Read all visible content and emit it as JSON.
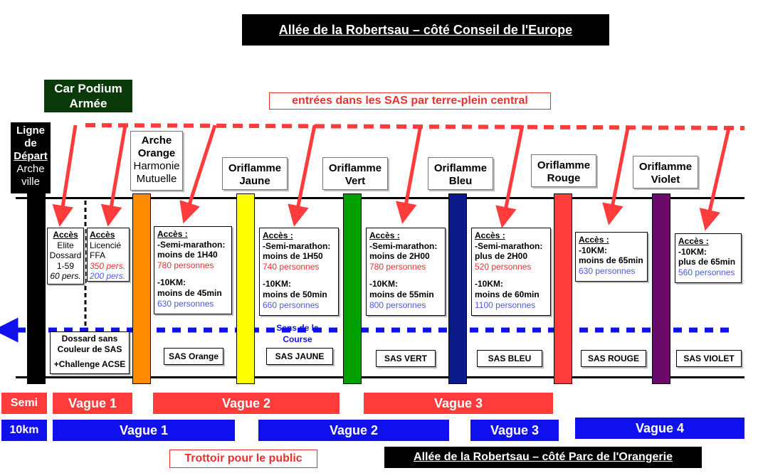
{
  "top_title": "Allée de la Robertsau – côté Conseil de l'Europe",
  "bottom_title": "Allée de la Robertsau – côté Parc de l'Orangerie",
  "car_podium": [
    "Car Podium",
    "Armée"
  ],
  "entries_label": "entrées dans les SAS par terre-plein central",
  "sidewalk_label": "Trottoir pour le public",
  "direction_label": [
    "Sens de la",
    "Course"
  ],
  "start_line": [
    "Ligne",
    "de",
    "Départ",
    "Arche",
    "ville"
  ],
  "arche_orange": [
    "Arche",
    "Orange",
    "Harmonie",
    "Mutuelle"
  ],
  "oriflammes": [
    [
      "Oriflamme",
      "Jaune"
    ],
    [
      "Oriflamme",
      "Vert"
    ],
    [
      "Oriflamme",
      "Bleu"
    ],
    [
      "Oriflamme",
      "Rouge"
    ],
    [
      "Oriflamme",
      "Violet"
    ]
  ],
  "elite": {
    "head": "Accès",
    "l1": "Elite",
    "l2": "Dossard",
    "l3": "1-59",
    "count": "60 pers."
  },
  "licencie": {
    "head": "Accès",
    "l1": "Licencié",
    "l2": "FFA",
    "red": "350 pers.",
    "blue": "200 pers."
  },
  "sas_info": [
    {
      "head": "Accès :",
      "semi": "-Semi-marathon:",
      "semi_cond": "moins de 1H40",
      "semi_count": "780 personnes",
      "km": "-10KM:",
      "km_cond": "moins de 45min",
      "km_count": "630 personnes"
    },
    {
      "head": "Accès :",
      "semi": "-Semi-marathon:",
      "semi_cond": "moins de 1H50",
      "semi_count": "740 personnes",
      "km": "-10KM:",
      "km_cond": "moins de 50min",
      "km_count": "660 personnes"
    },
    {
      "head": "Accès :",
      "semi": "-Semi-marathon:",
      "semi_cond": "moins de 2H00",
      "semi_count": "780 personnes",
      "km": "-10KM:",
      "km_cond": "moins de 55min",
      "km_count": "800 personnes"
    },
    {
      "head": "Accès :",
      "semi": "-Semi-marathon:",
      "semi_cond": "plus de 2H00",
      "semi_count": "520 personnes",
      "km": "-10KM:",
      "km_cond": "moins de 60min",
      "km_count": "1100 personnes"
    }
  ],
  "sas_10km": [
    {
      "head": "Accès :",
      "km": "-10KM:",
      "km_cond": "moins de 65min",
      "km_count": "630 personnes"
    },
    {
      "head": "Accès :",
      "km": "-10KM:",
      "km_cond": "plus de 65min",
      "km_count": "560 personnes"
    }
  ],
  "dossard_box": [
    "Dossard sans",
    "Couleur de SAS",
    "+Challenge ACSE"
  ],
  "sas_labels": [
    "SAS Orange",
    "SAS JAUNE",
    "SAS VERT",
    "SAS BLEU",
    "SAS ROUGE",
    "SAS VIOLET"
  ],
  "semi_row": {
    "label": "Semi",
    "waves": [
      "Vague 1",
      "Vague 2",
      "Vague 3"
    ]
  },
  "km_row": {
    "label": "10km",
    "waves": [
      "Vague 1",
      "Vague 2",
      "Vague 3",
      "Vague 4"
    ]
  },
  "colors": {
    "orange": "#ff8c00",
    "jaune": "#ffff00",
    "vert": "#00a000",
    "bleu": "#0a1a8a",
    "rouge": "#ff3b3b",
    "violet": "#6a0a6a",
    "start": "#000000",
    "accent_red": "#ff3b3b",
    "accent_blue": "#1010ee"
  }
}
